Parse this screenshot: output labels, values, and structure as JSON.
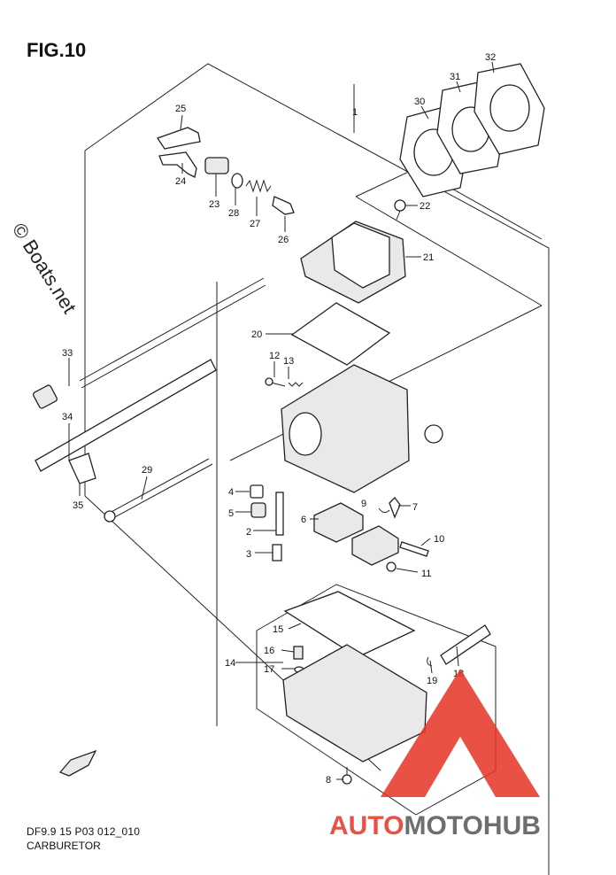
{
  "figure_title": "FIG.10",
  "diagram_code": "DF9.9 15 P03 012_010",
  "section_name": "CARBURETOR",
  "watermark_side": "© Boats.net",
  "brand": {
    "part1": "AUTO",
    "part2": "MOTO",
    "part3": "HUB",
    "accent": "#e63324",
    "dark": "#555555"
  },
  "callouts": [
    "1",
    "2",
    "3",
    "4",
    "5",
    "6",
    "7",
    "8",
    "9",
    "10",
    "11",
    "12",
    "13",
    "14",
    "15",
    "16",
    "17",
    "18",
    "19",
    "20",
    "21",
    "22",
    "23",
    "24",
    "25",
    "26",
    "27",
    "28",
    "29",
    "30",
    "31",
    "32",
    "33",
    "34",
    "35"
  ]
}
